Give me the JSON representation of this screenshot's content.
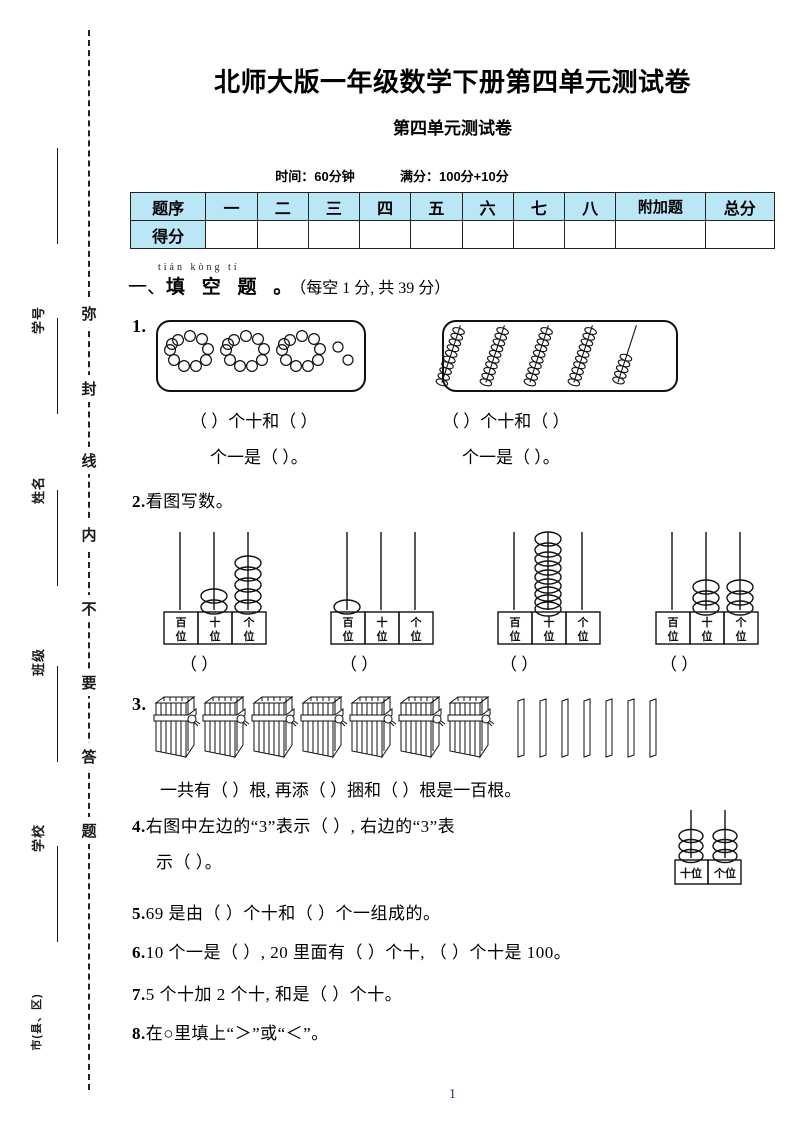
{
  "page": {
    "title_main": "北师大版一年级数学下册第四单元测试卷",
    "title_sub": "第四单元测试卷",
    "time_label": "时间：60分钟",
    "score_label": "满分：100分+10分",
    "page_number": "1",
    "accent_color": "#bbe6f5"
  },
  "sidebar": {
    "labels": [
      {
        "text": "学号"
      },
      {
        "text": "姓名"
      },
      {
        "text": "班级"
      },
      {
        "text": "学校"
      },
      {
        "text": "市(县、区)"
      }
    ],
    "seal_text": "弥封线内不要答题",
    "seal_chars": [
      "弥",
      "封",
      "线",
      "内",
      "不",
      "要",
      "答",
      "题"
    ]
  },
  "score_table": {
    "row_headers": [
      "题序",
      "得分"
    ],
    "columns": [
      "一",
      "二",
      "三",
      "四",
      "五",
      "六",
      "七",
      "八",
      "附加题",
      "总分"
    ],
    "scores": [
      "",
      "",
      "",
      "",
      "",
      "",
      "",
      "",
      "",
      ""
    ]
  },
  "section": {
    "index": "一、",
    "pinyin": "tián  kòng   tí",
    "name": "填 空 题 。",
    "points": "（每空 1 分, 共 39 分）"
  },
  "questions": [
    {
      "num": "1.",
      "left_answer_line1": "（        ）个十和（        ）",
      "left_answer_line2": "个一是（        ）。",
      "right_answer_line1": "（        ）个十和（        ）",
      "right_answer_line2": "个一是（        ）。",
      "left_figure": {
        "type": "bead-rings",
        "rings": 3,
        "beads_per_ring": 10,
        "loose": 2
      },
      "right_figure": {
        "type": "bead-sticks",
        "full_sticks": 4,
        "beads_per_full": 10,
        "partial_beads": 5
      }
    },
    {
      "num": "2.",
      "text": "看图写数。",
      "place_labels": [
        "百位",
        "十位",
        "个位"
      ],
      "abacuses": [
        {
          "hundreds": 0,
          "tens": 2,
          "ones": 5
        },
        {
          "hundreds": 1,
          "tens": 0,
          "ones": 0
        },
        {
          "hundreds": 0,
          "tens": 9,
          "ones": 0
        },
        {
          "hundreds": 0,
          "tens": 3,
          "ones": 3
        }
      ],
      "answer_blank": "（        ）"
    },
    {
      "num": "3.",
      "bundles": 7,
      "loose_sticks": 7,
      "text": "一共有（        ）根, 再添（        ）捆和（        ）根是一百根。"
    },
    {
      "num": "4.",
      "line1": "右图中左边的“3”表示（                ）, 右边的“3”表",
      "line2": "示（            ）。",
      "mini_abacus": {
        "labels": [
          "十位",
          "个位"
        ],
        "tens": 3,
        "ones": 3
      }
    },
    {
      "num": "5.",
      "text": "69 是由（      ）个十和（      ）个一组成的。"
    },
    {
      "num": "6.",
      "text": "10 个一是（        ）, 20 里面有（        ）个十, （        ）个十是 100。"
    },
    {
      "num": "7.",
      "text": "5 个十加 2 个十, 和是（        ）个十。"
    },
    {
      "num": "8.",
      "text_before": "在",
      "circle": "○",
      "text_after": "里填上“＞”或“＜”。"
    }
  ]
}
